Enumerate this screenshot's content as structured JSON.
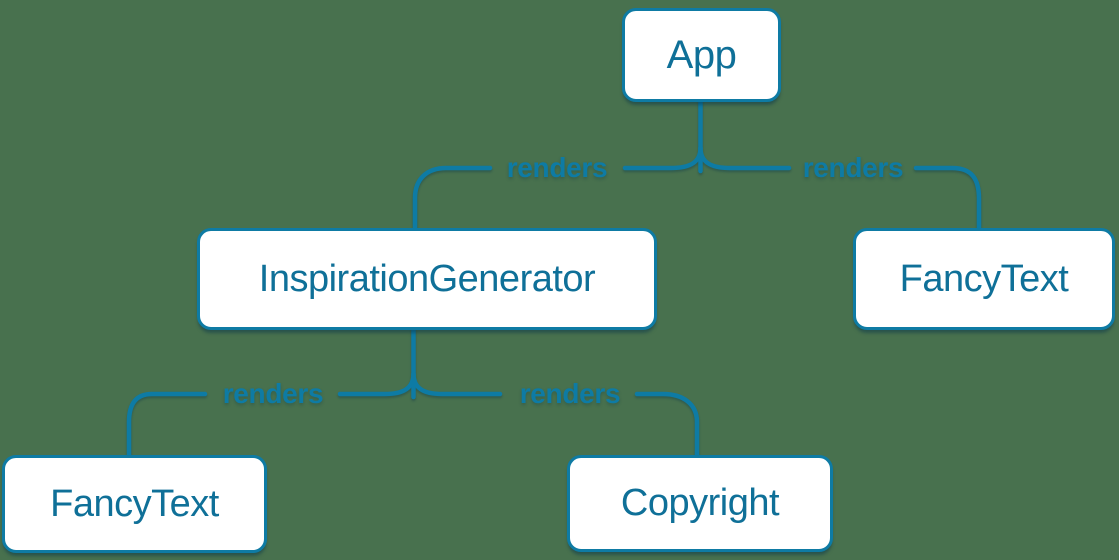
{
  "colors": {
    "background": "#48714E",
    "line": "#0E7BA4",
    "node_border": "#0E7BA4",
    "node_fill": "#FFFFFF",
    "node_text": "#0F7098",
    "edge_label": "#0E7BA4"
  },
  "nodes": [
    {
      "id": "app",
      "label": "App"
    },
    {
      "id": "inspiration-generator",
      "label": "InspirationGenerator"
    },
    {
      "id": "fancy-text-top",
      "label": "FancyText"
    },
    {
      "id": "fancy-text-bottom",
      "label": "FancyText"
    },
    {
      "id": "copyright",
      "label": "Copyright"
    }
  ],
  "edges": [
    {
      "from": "App",
      "to": "InspirationGenerator",
      "label": "renders"
    },
    {
      "from": "App",
      "to": "FancyText",
      "label": "renders"
    },
    {
      "from": "InspirationGenerator",
      "to": "FancyText",
      "label": "renders"
    },
    {
      "from": "InspirationGenerator",
      "to": "Copyright",
      "label": "renders"
    }
  ]
}
